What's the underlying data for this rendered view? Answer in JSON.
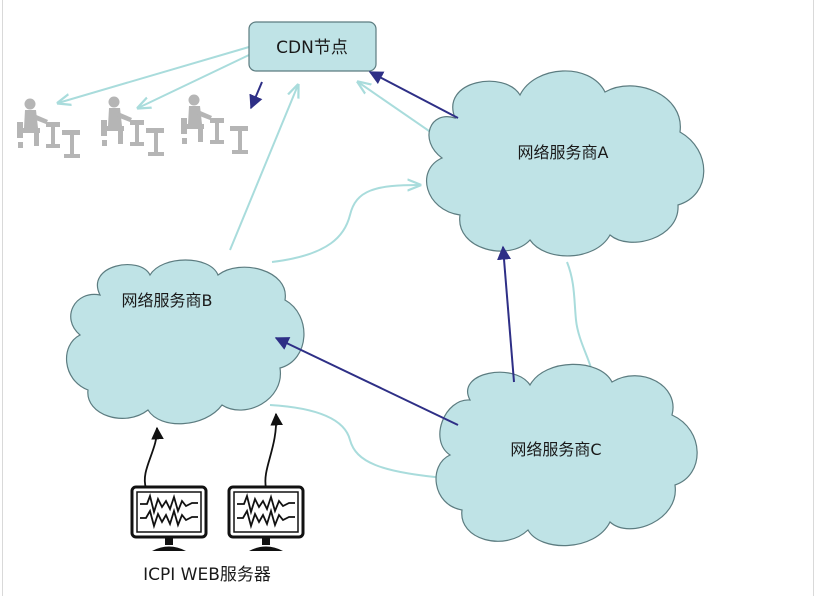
{
  "diagram": {
    "cdn_node": {
      "label": "CDN节点"
    },
    "provider_a": {
      "label": "网络服务商A"
    },
    "provider_b": {
      "label": "网络服务商B"
    },
    "provider_c": {
      "label": "网络服务商C"
    },
    "servers": {
      "caption": "ICPI WEB服务器",
      "count": 2
    },
    "users": {
      "count": 3
    }
  },
  "colors": {
    "cloud_fill": "#bfe3e6",
    "cloud_stroke": "#5c7c80",
    "node_fill": "#bfe3e6",
    "light_link": "#a9dcdc",
    "dark_link": "#2e2f86",
    "icon_gray": "#b5b5b5"
  }
}
